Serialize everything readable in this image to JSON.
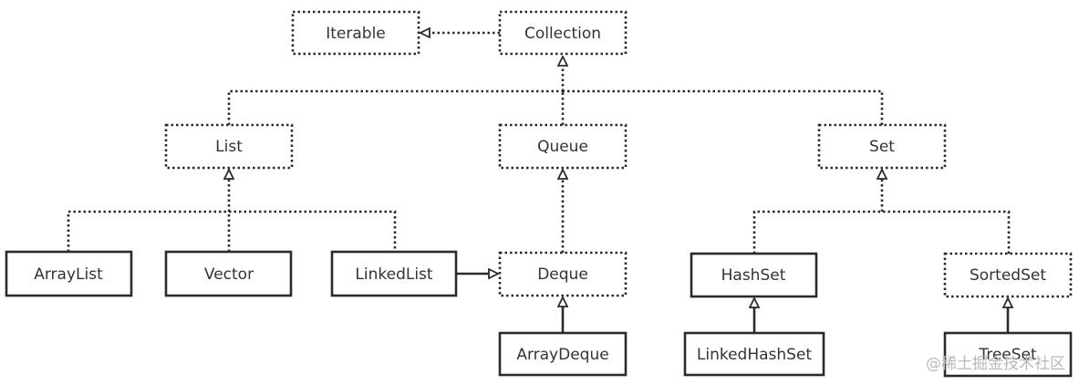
{
  "nodes": {
    "iterable": {
      "label": "Iterable",
      "kind": "interface"
    },
    "collection": {
      "label": "Collection",
      "kind": "interface"
    },
    "list": {
      "label": "List",
      "kind": "interface"
    },
    "queue": {
      "label": "Queue",
      "kind": "interface"
    },
    "set": {
      "label": "Set",
      "kind": "interface"
    },
    "arraylist": {
      "label": "ArrayList",
      "kind": "class"
    },
    "vector": {
      "label": "Vector",
      "kind": "class"
    },
    "linkedlist": {
      "label": "LinkedList",
      "kind": "class"
    },
    "deque": {
      "label": "Deque",
      "kind": "interface"
    },
    "arraydeque": {
      "label": "ArrayDeque",
      "kind": "class"
    },
    "hashset": {
      "label": "HashSet",
      "kind": "class"
    },
    "linkedhashset": {
      "label": "LinkedHashSet",
      "kind": "class"
    },
    "sortedset": {
      "label": "SortedSet",
      "kind": "interface"
    },
    "treeset": {
      "label": "TreeSet",
      "kind": "class"
    }
  },
  "edges": [
    {
      "from": "collection",
      "to": "iterable",
      "style": "dotted"
    },
    {
      "from": "list",
      "to": "collection",
      "style": "dotted"
    },
    {
      "from": "queue",
      "to": "collection",
      "style": "dotted"
    },
    {
      "from": "set",
      "to": "collection",
      "style": "dotted"
    },
    {
      "from": "arraylist",
      "to": "list",
      "style": "dotted"
    },
    {
      "from": "vector",
      "to": "list",
      "style": "dotted"
    },
    {
      "from": "linkedlist",
      "to": "list",
      "style": "dotted"
    },
    {
      "from": "linkedlist",
      "to": "deque",
      "style": "solid"
    },
    {
      "from": "deque",
      "to": "queue",
      "style": "dotted"
    },
    {
      "from": "arraydeque",
      "to": "deque",
      "style": "solid"
    },
    {
      "from": "hashset",
      "to": "set",
      "style": "dotted"
    },
    {
      "from": "sortedset",
      "to": "set",
      "style": "dotted"
    },
    {
      "from": "linkedhashset",
      "to": "hashset",
      "style": "solid"
    },
    {
      "from": "treeset",
      "to": "sortedset",
      "style": "solid"
    }
  ],
  "watermark": "@稀土掘金技术社区",
  "colors": {
    "line": "#2b2b2b",
    "text": "#333333",
    "watermark": "#b8b8b8",
    "background": "#ffffff"
  }
}
